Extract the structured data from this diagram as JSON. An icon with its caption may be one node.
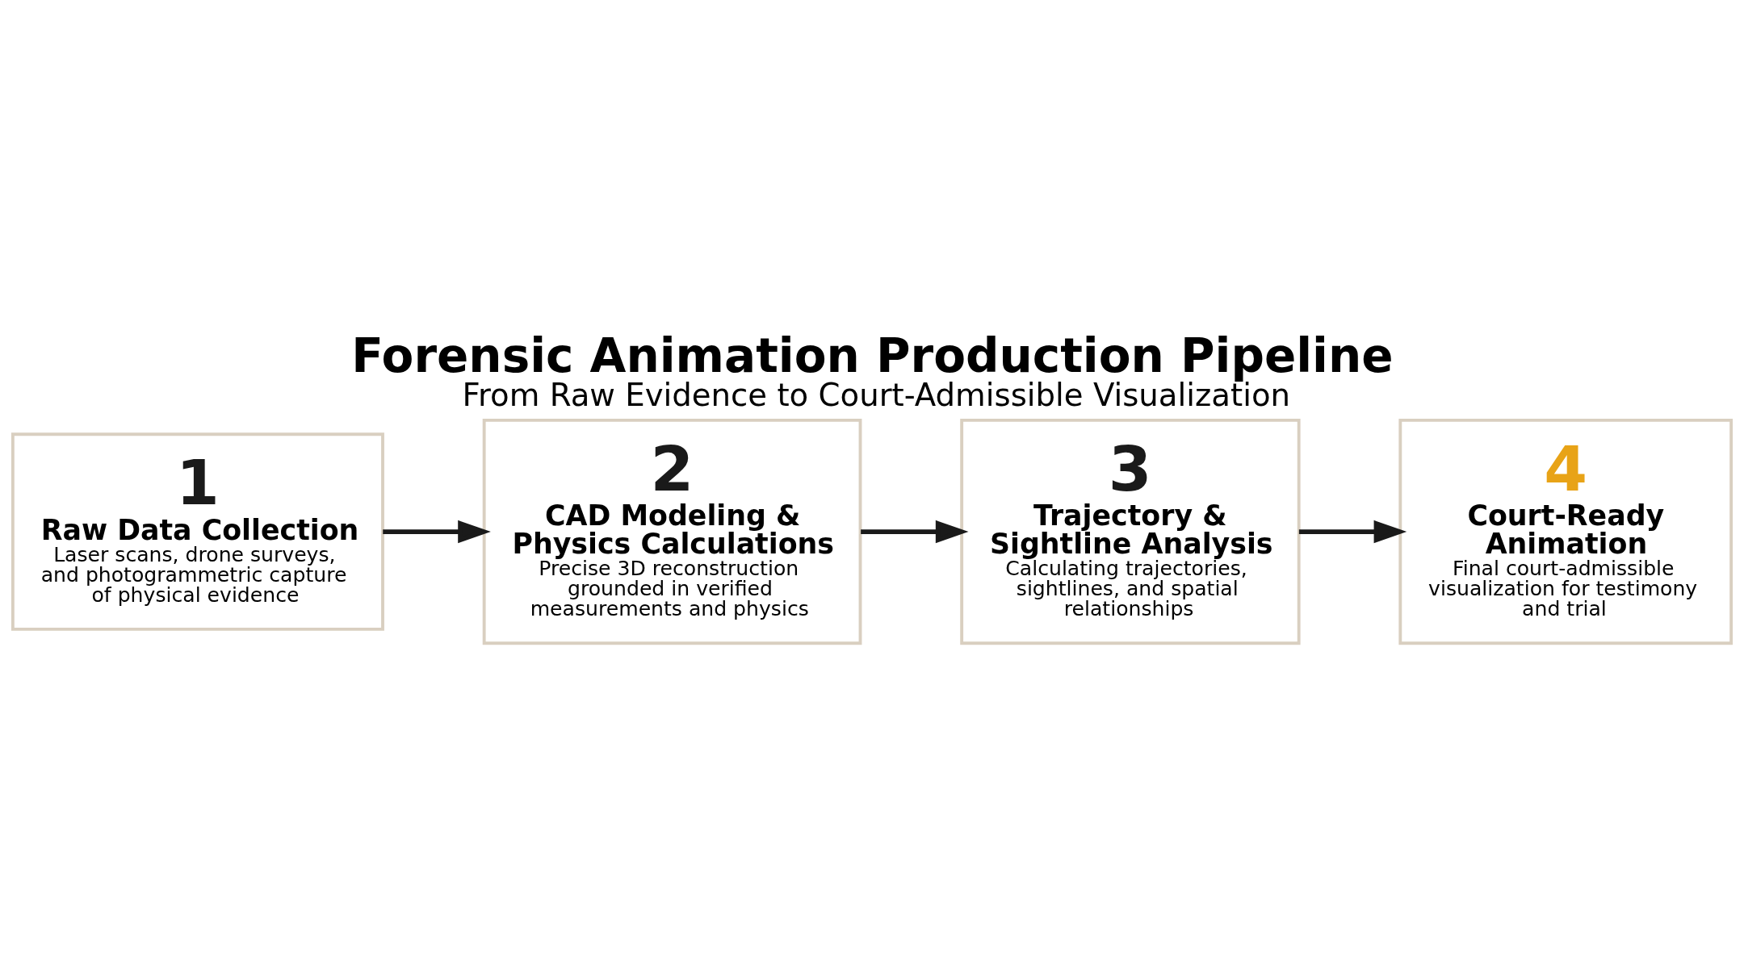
{
  "diagram": {
    "title": "Forensic Animation Production Pipeline",
    "caption": "From Raw Evidence to Court-Admissible Visualization",
    "nodes": [
      {
        "text": [
          "1",
          "Raw Data Collection",
          "Laser scans, drone surveys, and photogrammetric capture of physical evidence"
        ]
      },
      {
        "text": [
          "2",
          "CAD Modeling & Physics Calculations",
          "Precise 3D reconstruction grounded in verified measurements and physics"
        ]
      },
      {
        "text": [
          "3",
          "Trajectory & Sightline Analysis",
          "Calculating trajectories, sightlines, and spatial relationships"
        ]
      },
      {
        "text": [
          "4",
          "Court-Ready Animation",
          "Final court-admissible visualization for testimony and trial"
        ]
      }
    ],
    "edges": [
      {
        "from": 0,
        "to": 1,
        "arrow": "to"
      },
      {
        "from": 1,
        "to": 2,
        "arrow": "to"
      },
      {
        "from": 2,
        "to": 3,
        "arrow": "to"
      }
    ]
  }
}
